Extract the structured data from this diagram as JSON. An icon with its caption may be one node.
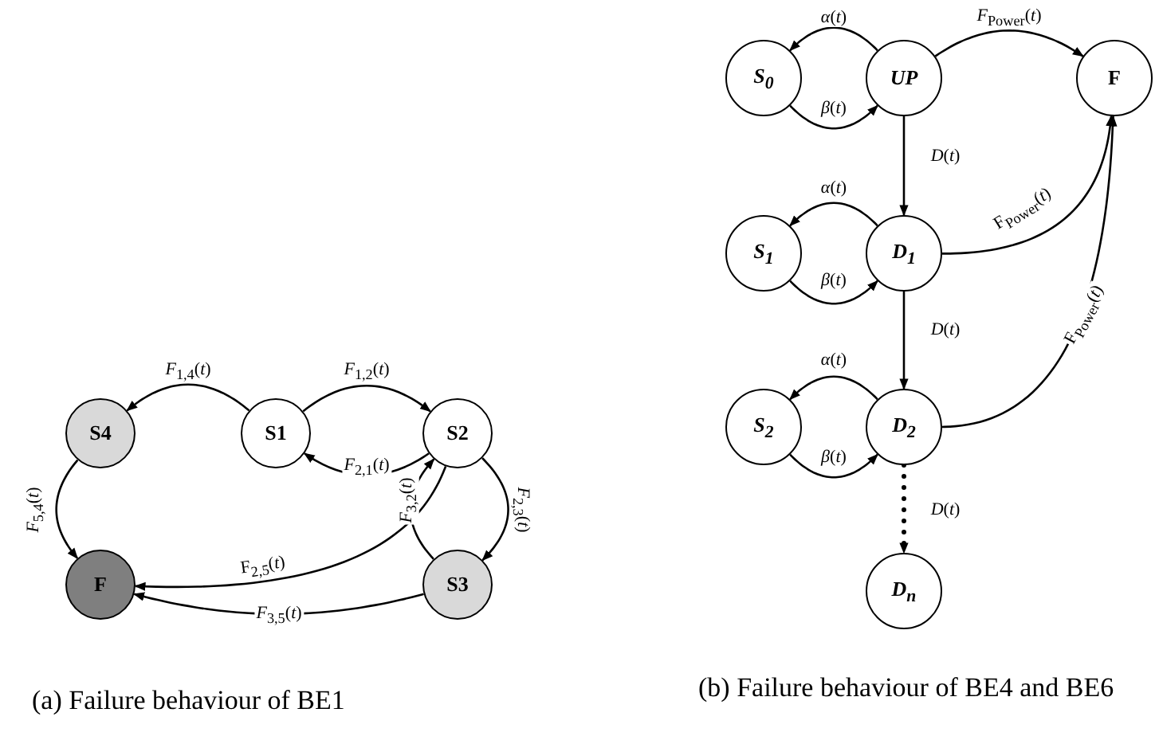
{
  "diagram": {
    "nodes": [
      {
        "text": [
          "S4"
        ]
      },
      {
        "text": [
          "S1"
        ]
      },
      {
        "text": [
          "S2"
        ]
      },
      {
        "text": [
          "F"
        ]
      },
      {
        "text": [
          "S3"
        ]
      },
      {
        "text": [
          "S$_{0}$"
        ]
      },
      {
        "text": [
          "UP"
        ]
      },
      {
        "text": [
          "F"
        ]
      },
      {
        "text": [
          "S$_{1}$"
        ]
      },
      {
        "text": [
          "D$_{1}$"
        ]
      },
      {
        "text": [
          "S$_{2}$"
        ]
      },
      {
        "text": [
          "D$_{2}$"
        ]
      },
      {
        "text": [
          "D$_{n}$"
        ]
      }
    ],
    "edges": [
      {
        "from": 1,
        "to": 0,
        "arrow": "to",
        "label": "*F*$_{1,4}$(*t*)"
      },
      {
        "from": 1,
        "to": 2,
        "arrow": "to",
        "label": "*F*$_{1,2}$(*t*)"
      },
      {
        "from": 2,
        "to": 1,
        "arrow": "to",
        "label": "*F*$_{2,1}$(*t*)"
      },
      {
        "from": 2,
        "to": 4,
        "arrow": "to",
        "label": "*F*$_{2,3}$(*t*)"
      },
      {
        "from": 4,
        "to": 2,
        "arrow": "to",
        "label": "*F*$_{3,2}$(*t*)"
      },
      {
        "from": 2,
        "to": 3,
        "arrow": "to",
        "label": "F$_{2,5}$(*t*)"
      },
      {
        "from": 4,
        "to": 3,
        "arrow": "to",
        "label": "*F*$_{3,5}$(*t*)"
      },
      {
        "from": 0,
        "to": 3,
        "arrow": "to",
        "label": "*F*$_{5,4}$(*t*)"
      },
      {
        "from": 6,
        "to": 5,
        "arrow": "to",
        "label": "*α*(*t*)"
      },
      {
        "from": 5,
        "to": 6,
        "arrow": "to",
        "label": "*β*(*t*)"
      },
      {
        "from": 6,
        "to": 7,
        "arrow": "to",
        "label": "*F*$_{Power}$(*t*)"
      },
      {
        "from": 6,
        "to": 9,
        "arrow": "to",
        "label": "*D*(*t*)"
      },
      {
        "from": 9,
        "to": 8,
        "arrow": "to",
        "label": "*α*(*t*)"
      },
      {
        "from": 8,
        "to": 9,
        "arrow": "to",
        "label": "*β*(*t*)"
      },
      {
        "from": 9,
        "to": 7,
        "arrow": "to",
        "label": "F$_{Power}$(*t*)"
      },
      {
        "from": 9,
        "to": 11,
        "arrow": "to",
        "label": "*D*(*t*)"
      },
      {
        "from": 11,
        "to": 10,
        "arrow": "to",
        "label": "*α*(*t*)"
      },
      {
        "from": 10,
        "to": 11,
        "arrow": "to",
        "label": "*β*(*t*)"
      },
      {
        "from": 11,
        "to": 7,
        "arrow": "to",
        "label": "F$_{Power}$(*t*)"
      },
      {
        "from": 11,
        "to": 12,
        "arrow": "to",
        "label": "*D*(*t*)",
        "style": "dashed"
      }
    ],
    "labels": [
      "(a) Failure behaviour of BE1",
      "(b) Failure behaviour of BE4 and BE6"
    ]
  }
}
